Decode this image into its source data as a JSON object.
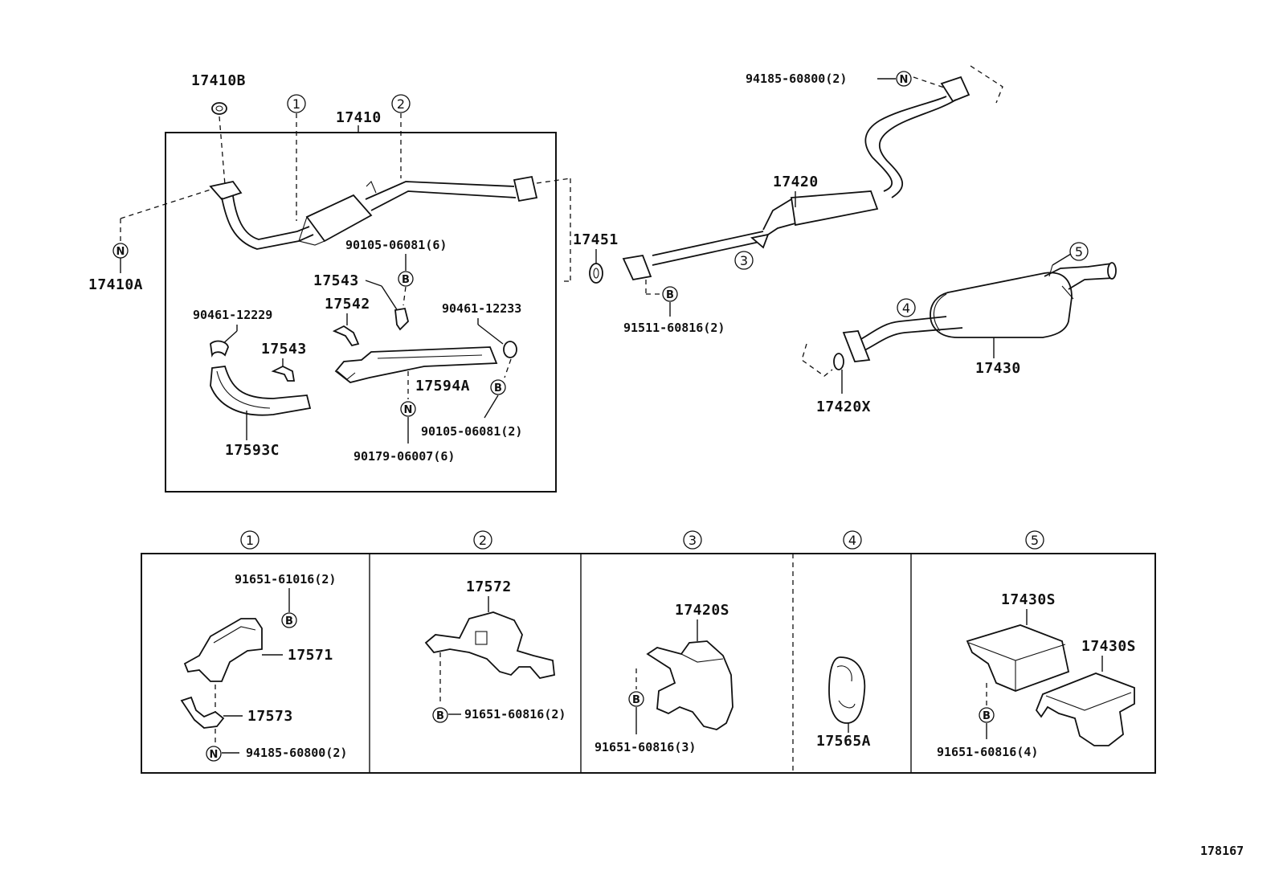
{
  "labels": {
    "p17410B": "17410B",
    "p17410": "17410",
    "p17410A": "17410A",
    "p90105_6": "90105-06081(6)",
    "p17543a": "17543",
    "p17542": "17542",
    "p90461_12229": "90461-12229",
    "p17543b": "17543",
    "p90461_12233": "90461-12233",
    "p17594A": "17594A",
    "p17593C": "17593C",
    "p90105_2": "90105-06081(2)",
    "p90179": "90179-06007(6)",
    "p17451": "17451",
    "p94185_top": "94185-60800(2)",
    "p17420": "17420",
    "p91511": "91511-60816(2)",
    "p17430": "17430",
    "p17420X": "17420X",
    "p91651_61016": "91651-61016(2)",
    "p17571": "17571",
    "p17573": "17573",
    "p94185_bot": "94185-60800(2)",
    "p17572": "17572",
    "p91651_2": "91651-60816(2)",
    "p17420S": "17420S",
    "p91651_3": "91651-60816(3)",
    "p17565A": "17565A",
    "p17430S_a": "17430S",
    "p17430S_b": "17430S",
    "p91651_4": "91651-60816(4)",
    "diagram_id": "178167"
  },
  "callouts": {
    "c1": "1",
    "c2": "2",
    "c3": "3",
    "c4": "4",
    "c5": "5"
  },
  "markers": {
    "bolt": "B",
    "nut": "N"
  }
}
